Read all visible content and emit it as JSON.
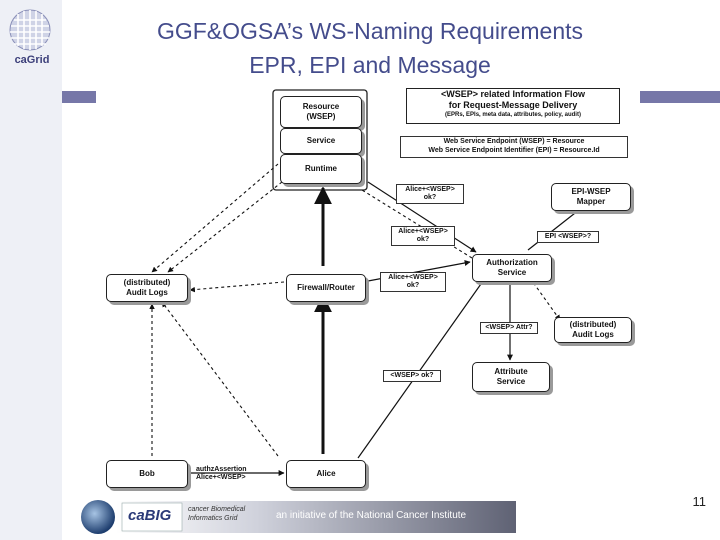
{
  "logo": {
    "text": "caGrid"
  },
  "title": {
    "line1": "GGF&OGSA’s WS-Naming Requirements",
    "line2": "EPR, EPI and Message"
  },
  "diagram": {
    "resource": {
      "line1": "Resource",
      "line2": "(WSEP)"
    },
    "service": "Service",
    "runtime": "Runtime",
    "info_flow": {
      "line1": "<WSEP> related Information Flow",
      "line2": "for Request-Message Delivery",
      "line3": "(EPRs, EPIs, meta data, attributes, policy, audit)"
    },
    "defs": {
      "line1": "Web Service Endpoint (WSEP) = Resource",
      "line2": "Web Service Endpoint Identifier (EPI) = Resource.Id"
    },
    "epi_mapper": {
      "line1": "EPI-WSEP",
      "line2": "Mapper"
    },
    "authz": {
      "line1": "Authorization",
      "line2": "Service"
    },
    "audit_left": {
      "line1": "(distributed)",
      "line2": "Audit Logs"
    },
    "audit_right": {
      "line1": "(distributed)",
      "line2": "Audit Logs"
    },
    "firewall": "Firewall/Router",
    "attr_service": {
      "line1": "Attribute",
      "line2": "Service"
    },
    "bob": "Bob",
    "alice": "Alice",
    "labels": {
      "l1": {
        "line1": "Alice+<WSEP>",
        "line2": "ok?"
      },
      "l2": {
        "line1": "Alice+<WSEP>",
        "line2": "ok?"
      },
      "l3": {
        "line1": "Alice+<WSEP>",
        "line2": "ok?"
      },
      "epi_wsep": "EPI <WSEP>?",
      "attr_q": "<WSEP> Attr?",
      "wsep_ok": "<WSEP> ok?",
      "bob_alice": {
        "line1": "authzAssertion",
        "line2": "Alice+<WSEP>"
      }
    }
  },
  "footer": {
    "brand": "caBIG",
    "sub1": "cancer Biomedical",
    "sub2": "Informatics Grid",
    "tagline": "an initiative of the National Cancer Institute"
  },
  "page_number": "11",
  "colors": {
    "title": "#444c8c",
    "bar": "#7677a8"
  }
}
